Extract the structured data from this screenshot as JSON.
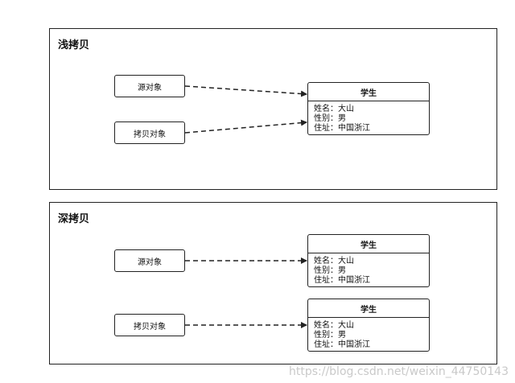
{
  "shallow": {
    "title": "浅拷贝",
    "source_label": "源对象",
    "copy_label": "拷贝对象",
    "student": {
      "header": "学生",
      "name": "姓名：大山",
      "gender": "性别：男",
      "address": "住址：中国浙江"
    }
  },
  "deep": {
    "title": "深拷贝",
    "source_label": "源对象",
    "copy_label": "拷贝对象",
    "student_a": {
      "header": "学生",
      "name": "姓名：大山",
      "gender": "性别：男",
      "address": "住址：中国浙江"
    },
    "student_b": {
      "header": "学生",
      "name": "姓名：大山",
      "gender": "性别：男",
      "address": "住址：中国浙江"
    }
  },
  "watermark": "https://blog.csdn.net/weixin_44750143"
}
